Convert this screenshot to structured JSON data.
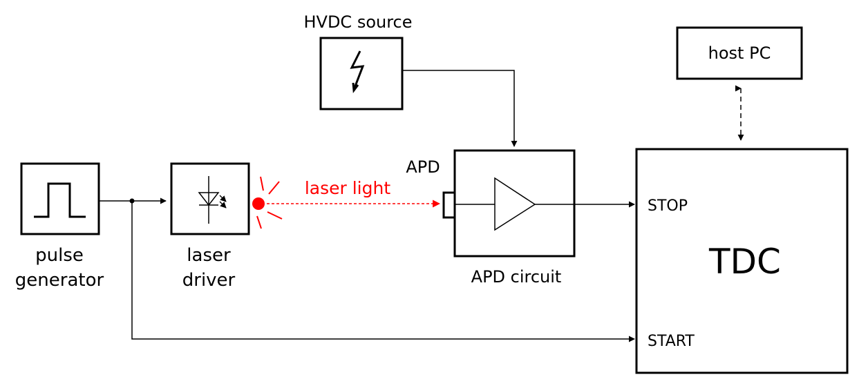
{
  "labels": {
    "hvdc_source": "HVDC source",
    "host_pc": "host PC",
    "pulse_line1": "pulse",
    "pulse_line2": "generator",
    "laser_line1": "laser",
    "laser_line2": "driver",
    "laser_light": "laser light",
    "apd": "APD",
    "apd_circuit": "APD circuit",
    "stop": "STOP",
    "tdc": "TDC",
    "start": "START"
  },
  "colors": {
    "line": "#000000",
    "laser": "#ff0000"
  },
  "icons": {
    "pulse_generator": "square-pulse-icon",
    "laser_driver": "laser-diode-icon",
    "hvdc_source": "lightning-bolt-icon",
    "apd_circuit": "amplifier-triangle-icon"
  }
}
